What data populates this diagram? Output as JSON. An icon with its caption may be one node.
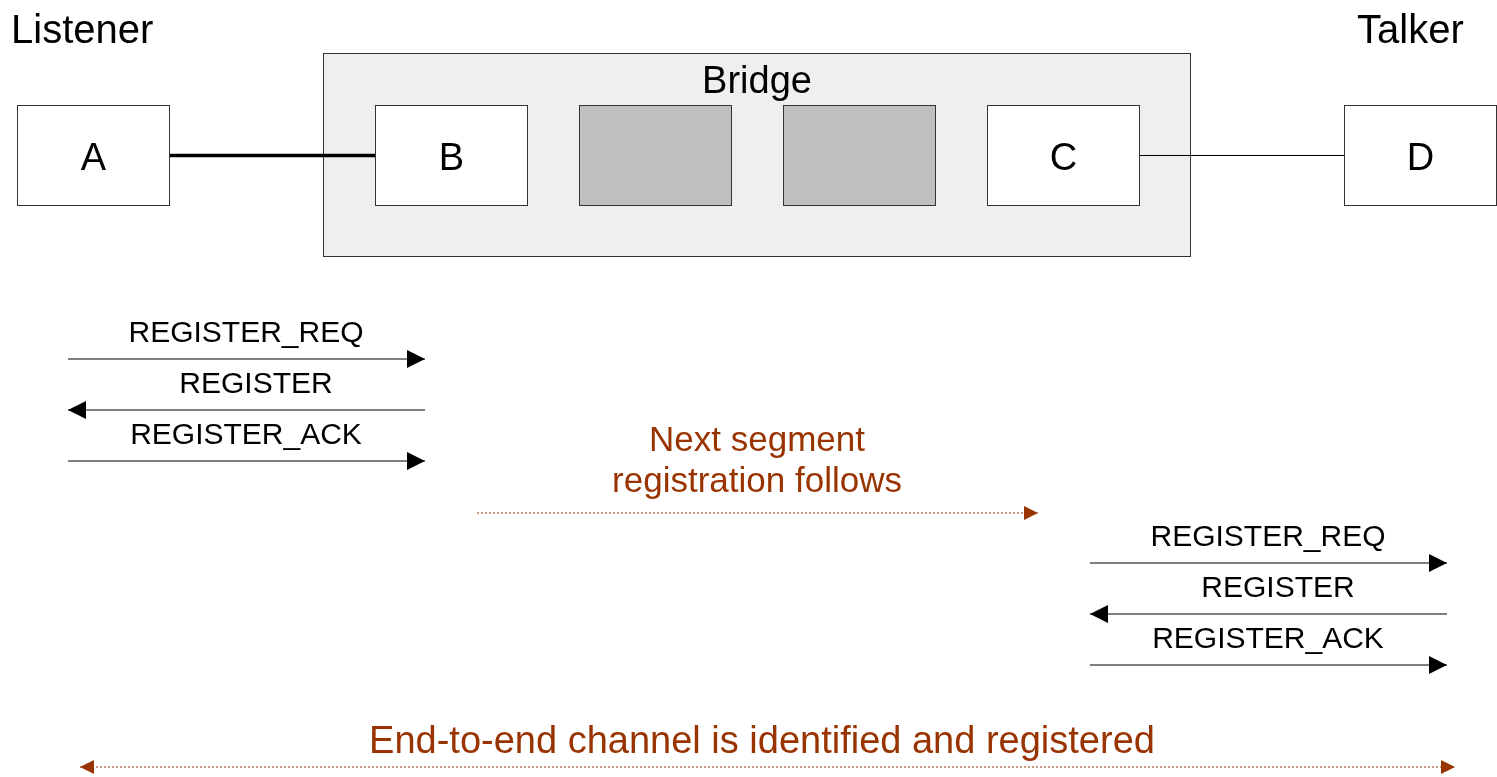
{
  "diagram": {
    "nodes": [
      {
        "text": [
          "Listener",
          "A"
        ]
      },
      {
        "text": [
          "Bridge"
        ]
      },
      {
        "text": [
          "B"
        ],
        "in": 1
      },
      {
        "text": [],
        "shape": "box",
        "in": 1
      },
      {
        "text": [],
        "shape": "box",
        "in": 1
      },
      {
        "text": [
          "C"
        ],
        "in": 1
      },
      {
        "text": [
          "Talker",
          "D"
        ]
      }
    ],
    "edges": [
      {
        "from": 0,
        "to": 2,
        "arrow": "none",
        "style": "thick"
      },
      {
        "from": 5,
        "to": 6,
        "arrow": "none"
      }
    ],
    "labels": [
      "REGISTER_REQ",
      "REGISTER",
      "REGISTER_ACK",
      "Next segment registration follows",
      "REGISTER_REQ",
      "REGISTER",
      "REGISTER_ACK",
      "End-to-end channel is identified and registered"
    ]
  }
}
